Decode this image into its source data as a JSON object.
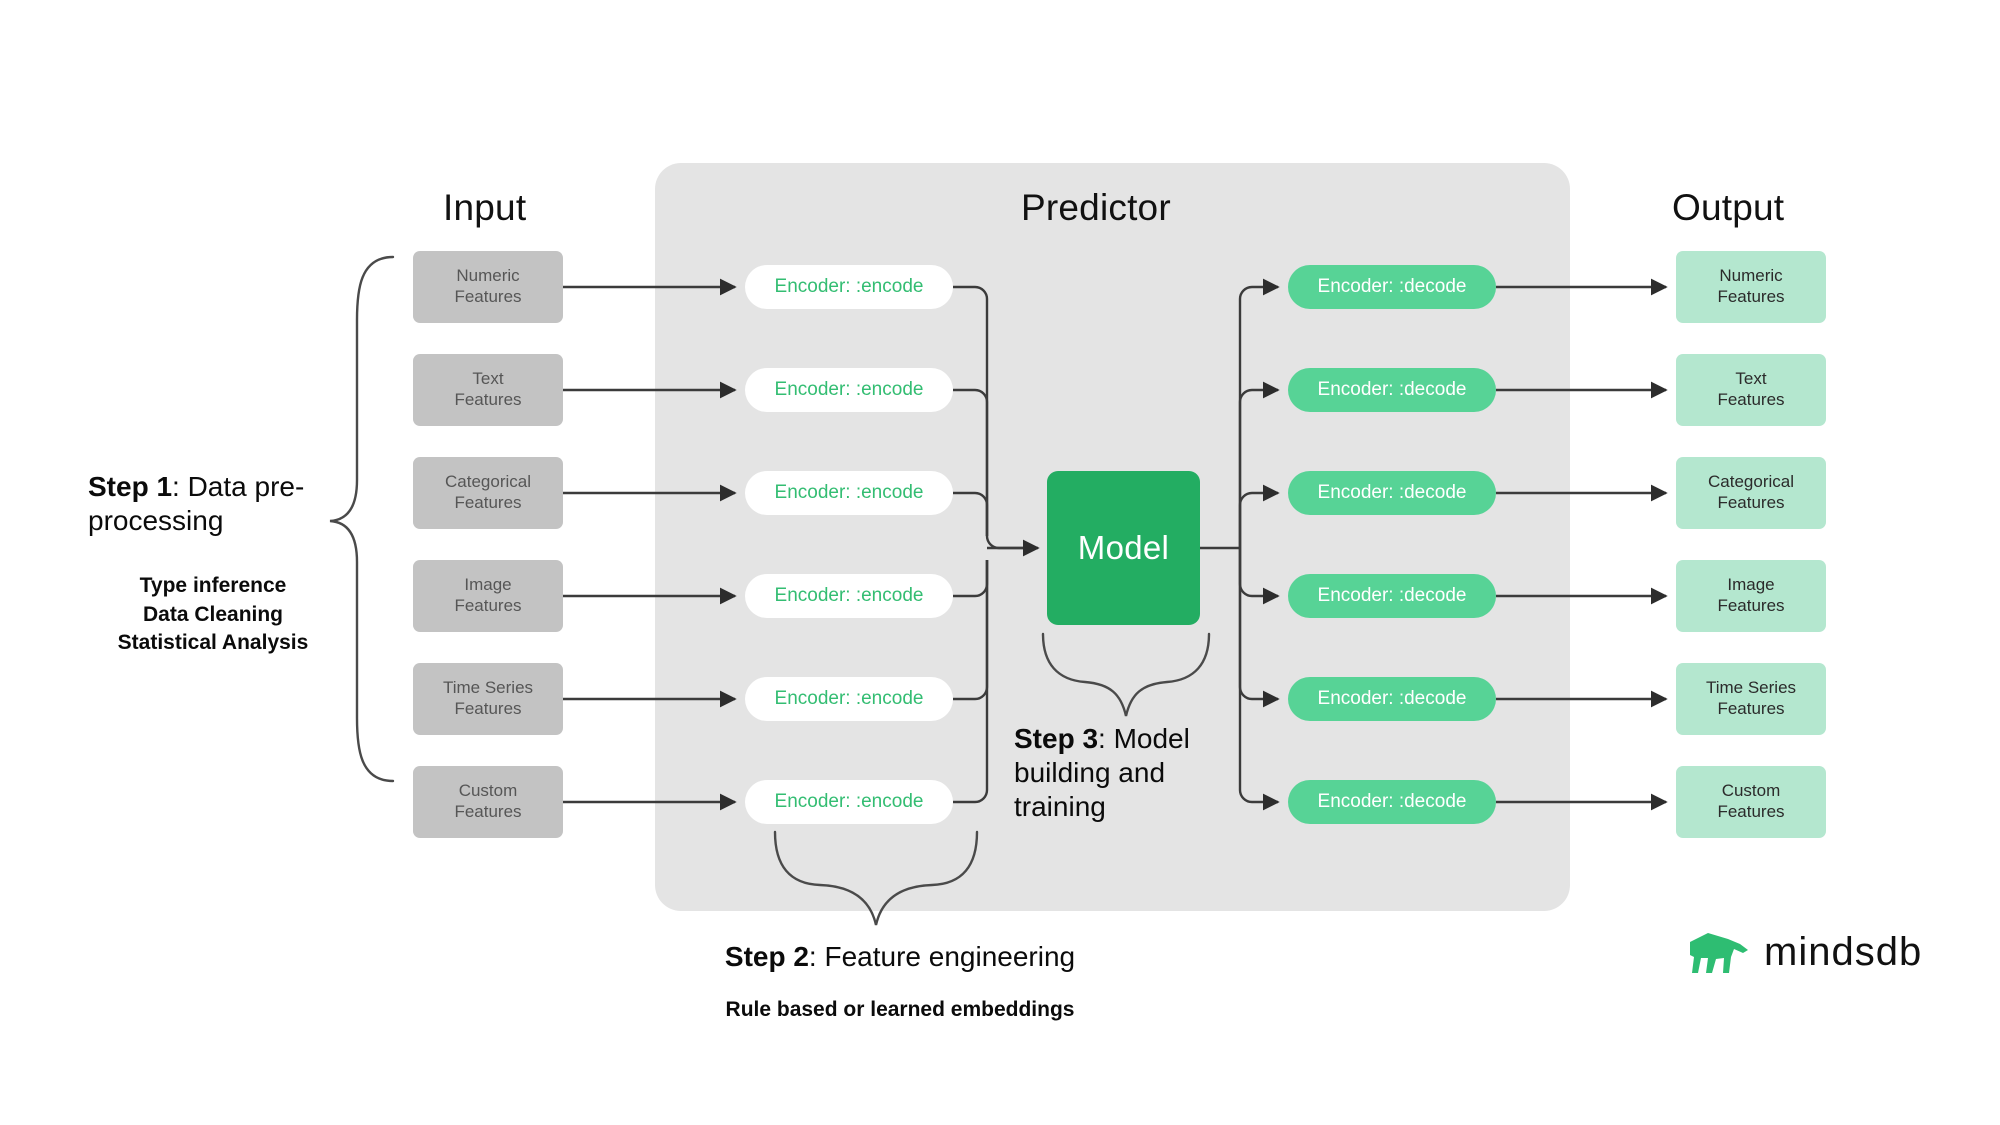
{
  "columns": {
    "input_title": "Input",
    "predictor_title": "Predictor",
    "output_title": "Output"
  },
  "model": {
    "label": "Model"
  },
  "features": [
    "Numeric Features",
    "Text Features",
    "Categorical Features",
    "Image Features",
    "Time Series Features",
    "Custom Features"
  ],
  "input_boxes": [
    {
      "line1": "Numeric",
      "line2": "Features"
    },
    {
      "line1": "Text",
      "line2": "Features"
    },
    {
      "line1": "Categorical",
      "line2": "Features"
    },
    {
      "line1": "Image",
      "line2": "Features"
    },
    {
      "line1": "Time Series",
      "line2": "Features"
    },
    {
      "line1": "Custom",
      "line2": "Features"
    }
  ],
  "output_boxes": [
    {
      "line1": "Numeric",
      "line2": "Features"
    },
    {
      "line1": "Text",
      "line2": "Features"
    },
    {
      "line1": "Categorical",
      "line2": "Features"
    },
    {
      "line1": "Image",
      "line2": "Features"
    },
    {
      "line1": "Time Series",
      "line2": "Features"
    },
    {
      "line1": "Custom",
      "line2": "Features"
    }
  ],
  "encoders": [
    {
      "label": "Encoder: :encode"
    },
    {
      "label": "Encoder: :encode"
    },
    {
      "label": "Encoder: :encode"
    },
    {
      "label": "Encoder: :encode"
    },
    {
      "label": "Encoder: :encode"
    },
    {
      "label": "Encoder: :encode"
    }
  ],
  "decoders": [
    {
      "label": "Encoder: :decode"
    },
    {
      "label": "Encoder: :decode"
    },
    {
      "label": "Encoder: :decode"
    },
    {
      "label": "Encoder: :decode"
    },
    {
      "label": "Encoder: :decode"
    },
    {
      "label": "Encoder: :decode"
    }
  ],
  "steps": {
    "step1": {
      "bold": "Step 1",
      "rest": ": Data pre-processing",
      "sub_line1": "Type inference",
      "sub_line2": "Data Cleaning",
      "sub_line3": "Statistical Analysis"
    },
    "step2": {
      "bold": "Step 2",
      "rest": ": Feature engineering",
      "sub": "Rule based or learned embeddings"
    },
    "step3": {
      "bold": "Step 3",
      "rest": ": Model building and training"
    }
  },
  "logo": {
    "word": "mindsdb",
    "mark": "anteater-icon"
  },
  "colors": {
    "panel_gray": "#e4e4e4",
    "input_gray": "#c3c3c3",
    "output_mint": "#b4e7cf",
    "encoder_white": "#ffffff",
    "encoder_text_green": "#33bd72",
    "decoder_green": "#57d396",
    "model_green": "#23ad62",
    "wire": "#3b3b3b",
    "brace": "#4a4a4a"
  }
}
